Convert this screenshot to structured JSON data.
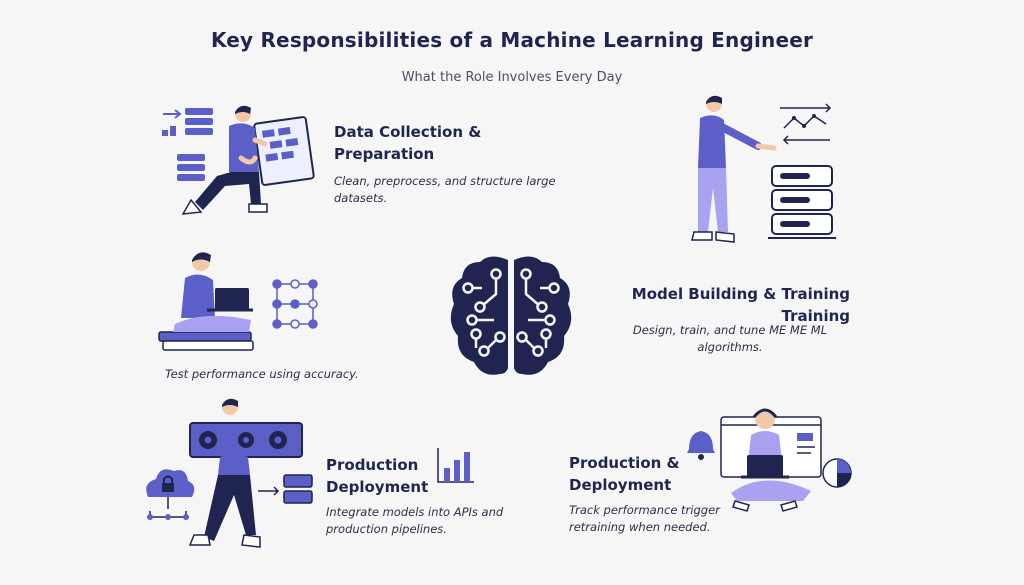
{
  "title": "Key Responsibilities of a Machine Learning Engineer",
  "subtitle": "What the Role Involves Every Day",
  "colors": {
    "navy": "#1f2550",
    "purple": "#5b5fc7",
    "lavender": "#a8a2f0",
    "background": "#f6f6f7"
  },
  "sections": [
    {
      "heading_line1": "Data Collection &",
      "heading_line2": "Preparation",
      "desc_line1": "Clean, preprocess, and structure large",
      "desc_line2": "datasets."
    },
    {
      "heading_line1": "Model Building & Training",
      "heading_line2": "Training",
      "desc_line1": "Design, train, and tune ME ME ML",
      "desc_line2": "algorithms."
    },
    {
      "desc_line1": "Test performance using accuracy."
    },
    {
      "heading_line1": "Production",
      "heading_line2": "Deployment",
      "desc_line1": "Integrate models into APIs and",
      "desc_line2": "production pipelines."
    },
    {
      "heading_line1": "Production &",
      "heading_line2": "Deployment",
      "desc_line1": "Track performance trigger",
      "desc_line2": "retraining when needed."
    }
  ],
  "icons": [
    "brain-circuit-icon",
    "gear-icon",
    "cloud-lock-icon",
    "server-icon",
    "bar-chart-icon",
    "bell-icon",
    "pie-chart-icon",
    "laptop-icon",
    "line-chart-icon"
  ]
}
